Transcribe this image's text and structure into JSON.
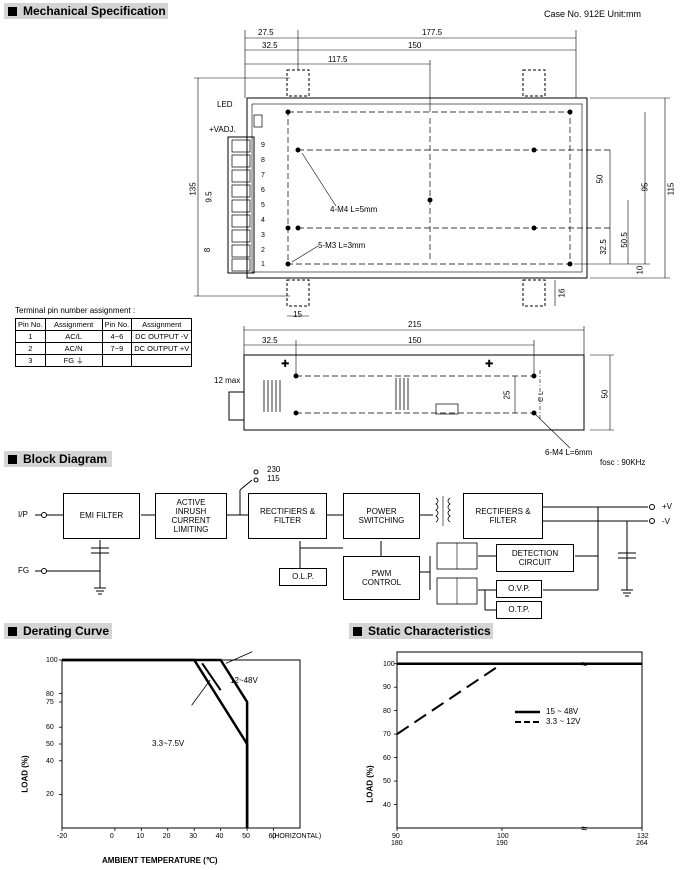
{
  "headers": {
    "mechanical": "Mechanical Specification",
    "block": "Block Diagram",
    "derating": "Derating Curve",
    "static": "Static Characteristics"
  },
  "case_info": "Case No. 912E    Unit:mm",
  "mech_top": {
    "dims": [
      "27.5",
      "177.5",
      "32.5",
      "150",
      "117.5",
      "135",
      "115",
      "95",
      "50",
      "50.5",
      "32.5",
      "10",
      "16",
      "15",
      "9.5",
      "8"
    ],
    "labels": {
      "led": "LED",
      "vadj": "+VADJ.",
      "hole_m4": "4-M4 L=5mm",
      "hole_m3": "5-M3 L=3mm"
    },
    "pins": [
      "9",
      "8",
      "7",
      "6",
      "5",
      "4",
      "3",
      "2",
      "1"
    ]
  },
  "pin_table": {
    "title": "Terminal pin number assignment :",
    "headers": [
      "Pin No.",
      "Assignment",
      "Pin No.",
      "Assignment"
    ],
    "rows": [
      [
        "1",
        "AC/L",
        "4~6",
        "DC OUTPUT -V"
      ],
      [
        "2",
        "AC/N",
        "7~9",
        "DC OUTPUT +V"
      ],
      [
        "3",
        "FG ⏚",
        "",
        ""
      ]
    ]
  },
  "mech_side": {
    "dims": [
      "215",
      "32.5",
      "150",
      "12 max",
      "50",
      "25"
    ],
    "cl": "C L",
    "hole": "6-M4 L=6mm"
  },
  "block": {
    "fosc": "fosc : 90KHz",
    "ip": "I/P",
    "fg": "FG",
    "emi": "EMI FILTER",
    "inrush": "ACTIVE INRUSH CURRENT LIMITING",
    "rect1": "RECTIFIERS & FILTER",
    "sw": "POWER SWITCHING",
    "rect2": "RECTIFIERS & FILTER",
    "det": "DETECTION CIRCUIT",
    "olp": "O.L.P.",
    "pwm": "PWM CONTROL",
    "ovp": "O.V.P.",
    "otp": "O.T.P.",
    "v230": "230",
    "v115": "115",
    "vp": "+V",
    "vm": "-V"
  },
  "chart_data": [
    {
      "type": "line",
      "title": "Derating Curve",
      "xlabel": "AMBIENT TEMPERATURE (℃)",
      "ylabel": "LOAD (%)",
      "x_ticks": [
        "-20",
        "0",
        "10",
        "20",
        "30",
        "40",
        "50",
        "60",
        "(HORIZONTAL)"
      ],
      "y_ticks": [
        "20",
        "40",
        "50",
        "60",
        "75",
        "80",
        "100"
      ],
      "xlim": [
        -20,
        70
      ],
      "ylim": [
        0,
        100
      ],
      "series": [
        {
          "name": "12~48V",
          "x": [
            -20,
            40,
            50,
            50
          ],
          "y": [
            100,
            100,
            75,
            0
          ]
        },
        {
          "name": "3.3~7.5V",
          "x": [
            -20,
            30,
            50,
            50
          ],
          "y": [
            100,
            100,
            50,
            0
          ]
        }
      ]
    },
    {
      "type": "line",
      "title": "Static Characteristics",
      "ylabel": "LOAD (%)",
      "x_ticks_top": [
        "90",
        "100",
        "132"
      ],
      "x_ticks_bottom": [
        "180",
        "190",
        "264"
      ],
      "y_ticks": [
        "40",
        "50",
        "60",
        "70",
        "80",
        "90",
        "100"
      ],
      "ylim": [
        30,
        105
      ],
      "series": [
        {
          "name": "15 ~ 48V",
          "x": [
            90,
            132
          ],
          "y": [
            100,
            100
          ]
        },
        {
          "name": "3.3 ~ 12V",
          "x": [
            90,
            100,
            132
          ],
          "y": [
            70,
            100,
            100
          ]
        }
      ]
    }
  ]
}
